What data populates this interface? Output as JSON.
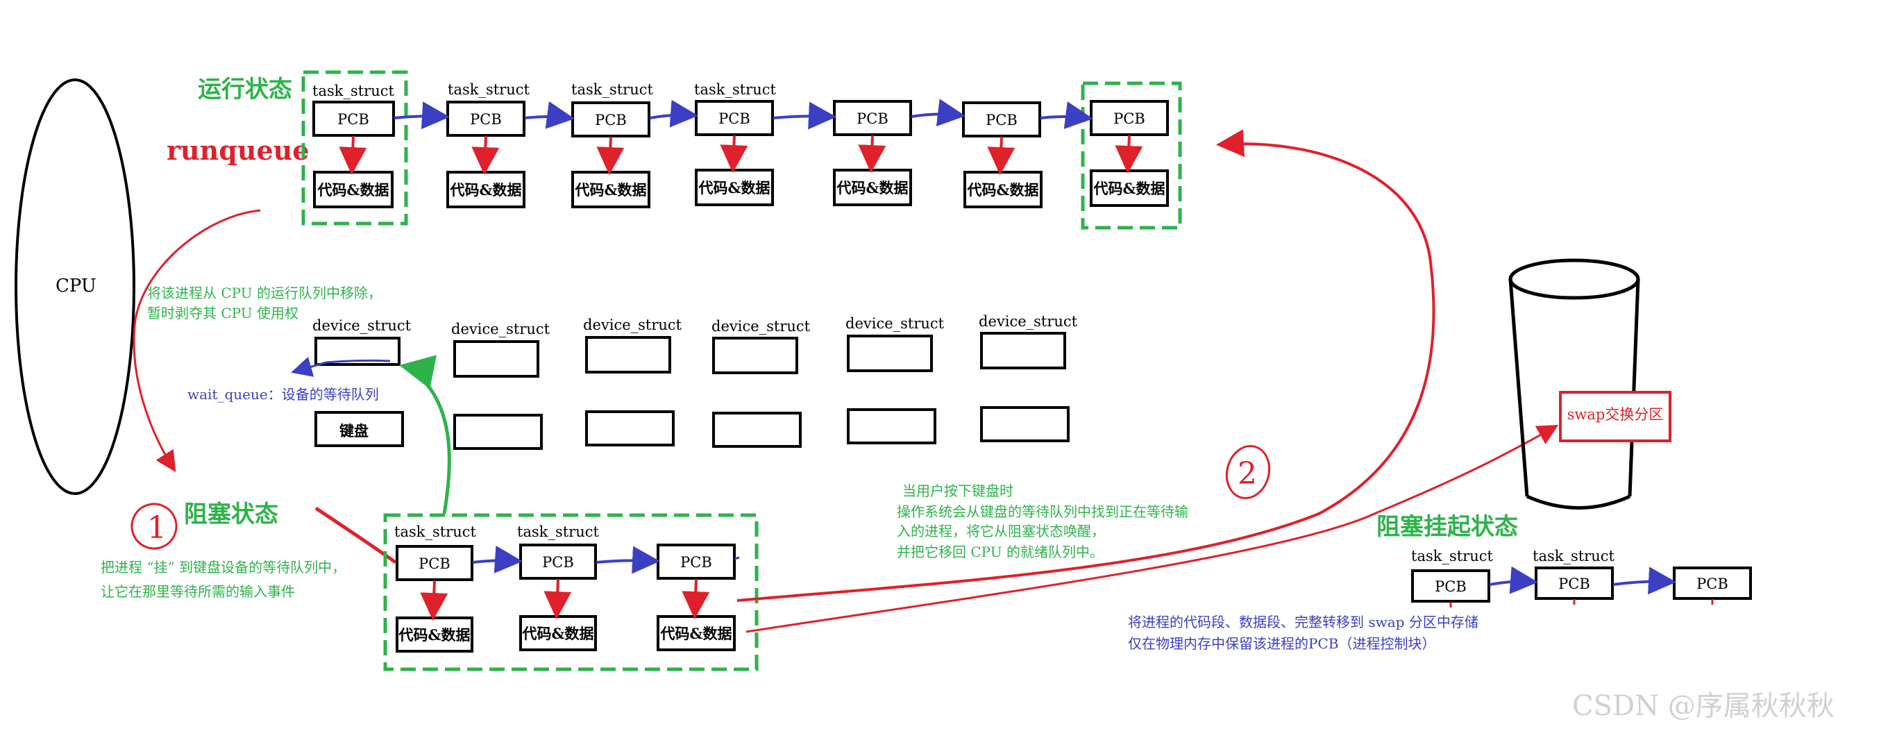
{
  "cpu": {
    "label": "CPU"
  },
  "running": {
    "state_label": "运行状态",
    "queue_label": "runqueue",
    "struct_labels": [
      "task_struct",
      "task_struct",
      "task_struct",
      "task_struct"
    ],
    "pcb_label": "PCB",
    "code_label": "代码&数据"
  },
  "remove_note": {
    "line1": "将该进程从 CPU 的运行队列中移除，",
    "line2": "暂时剥夺其 CPU 使用权"
  },
  "devices": {
    "struct_labels": [
      "device_struct",
      "device_struct",
      "device_struct",
      "device_struct",
      "device_struct",
      "device_struct"
    ],
    "wait_queue_label": "wait_queue：设备的等待队列",
    "keyboard_label": "键盘"
  },
  "blocked": {
    "state_label": "阻塞状态",
    "step_label": "1",
    "note_line1": "把进程 “挂” 到键盘设备的等待队列中，",
    "note_line2": "让它在那里等待所需的输入事件",
    "struct_labels": [
      "task_struct",
      "task_struct"
    ],
    "pcb_label": "PCB",
    "code_label": "代码&数据"
  },
  "wakeup_note": {
    "step_label": "2",
    "line1": "当用户按下键盘时",
    "line2": "操作系统会从键盘的等待队列中找到正在等待输",
    "line3": "入的进程，将它从阻塞状态唤醒，",
    "line4": "并把它移回 CPU 的就绪队列中。"
  },
  "swap": {
    "label": "swap交换分区"
  },
  "suspended": {
    "state_label": "阻塞挂起状态",
    "struct_labels": [
      "task_struct",
      "task_struct"
    ],
    "pcb_label": "PCB",
    "note_line1": "将进程的代码段、数据段、完整转移到 swap 分区中存储",
    "note_line2": "仅在物理内存中保留该进程的PCB（进程控制块）"
  },
  "watermark": "CSDN @序属秋秋秋",
  "colors": {
    "green": "#2db34a",
    "red": "#e0202a",
    "blue": "#3a3fc4",
    "black": "#000000"
  }
}
